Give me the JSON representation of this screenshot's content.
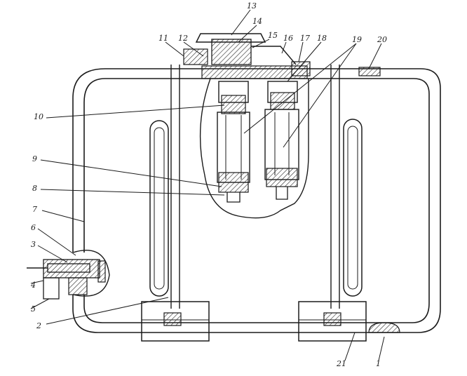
{
  "labels": {
    "n1": "1",
    "n2": "2",
    "n3": "3",
    "n4": "4",
    "n5": "5",
    "n6": "6",
    "n7": "7",
    "n8": "8",
    "n9": "9",
    "n10": "10",
    "n11": "11",
    "n12": "12",
    "n13": "13",
    "n14": "14",
    "n15": "15",
    "n16": "16",
    "n17": "17",
    "n18": "18",
    "n19": "19",
    "n20": "20",
    "n21": "21"
  },
  "style": {
    "ink": "#1b1b1b",
    "paper": "#ffffff",
    "hatch": "#2a2a2a"
  }
}
